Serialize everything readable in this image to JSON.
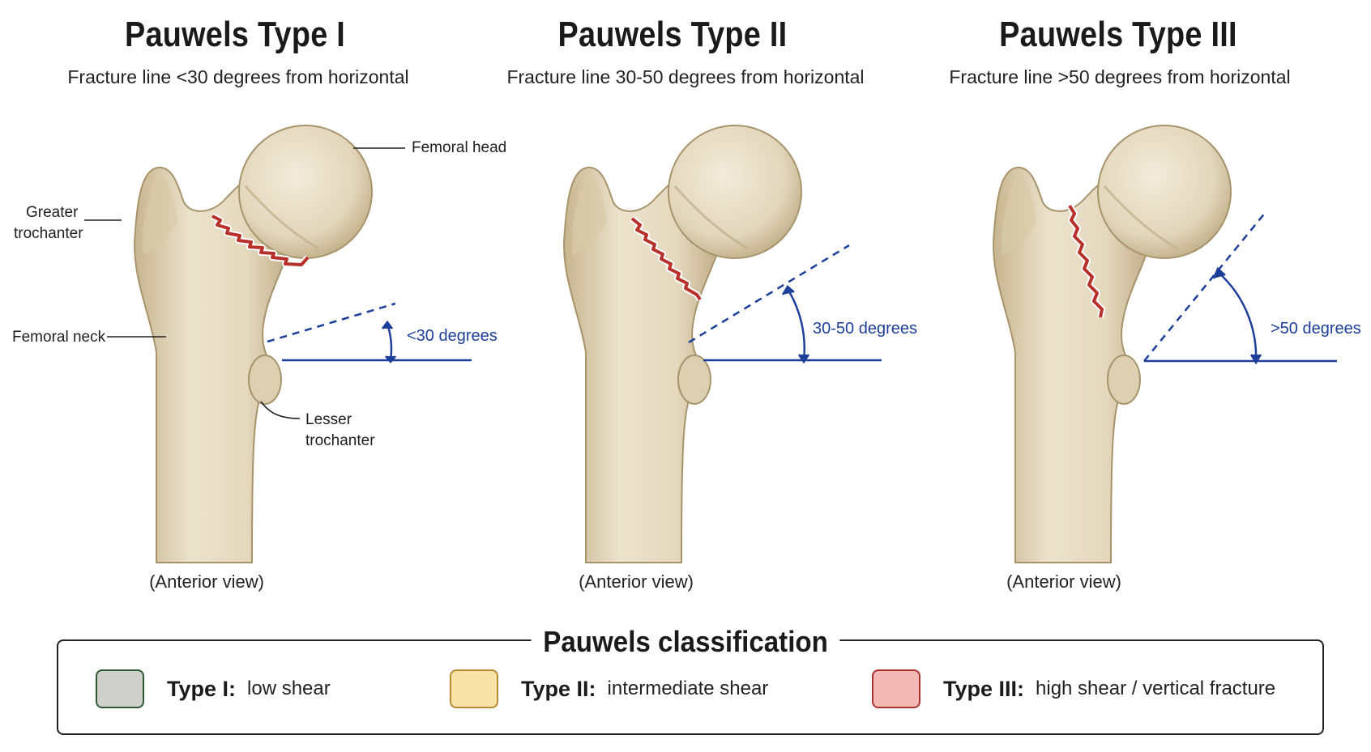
{
  "panels": [
    {
      "title": "Pauwels Type I",
      "subtitle": "Fracture line <30 degrees from horizontal",
      "angle_label": "<30 degrees",
      "view": "(Anterior view)"
    },
    {
      "title": "Pauwels Type II",
      "subtitle": "Fracture line 30-50 degrees from horizontal",
      "angle_label": "30-50 degrees",
      "view": "(Anterior view)"
    },
    {
      "title": "Pauwels Type III",
      "subtitle": "Fracture line >50 degrees from horizontal",
      "angle_label": ">50 degrees",
      "view": "(Anterior view)"
    }
  ],
  "anatomy": {
    "femoral_head": "Femoral head",
    "greater_trochanter_1": "Greater",
    "greater_trochanter_2": "trochanter",
    "femoral_neck": "Femoral neck",
    "lesser_trochanter_1": "Lesser",
    "lesser_trochanter_2": "trochanter"
  },
  "legend": {
    "title": "Pauwels classification",
    "items": [
      {
        "type": "Type I:",
        "desc": "low shear",
        "fill": "#cfcfcc",
        "border": "#2d5a35"
      },
      {
        "type": "Type II:",
        "desc": "intermediate shear",
        "fill": "#f8e3a6",
        "border": "#b88a3a"
      },
      {
        "type": "Type III:",
        "desc": "high shear / vertical fracture",
        "fill": "#f4b9b5",
        "border": "#a8332e"
      }
    ]
  },
  "colors": {
    "bone": "#e6dcc4",
    "bone_shade": "#c9b996",
    "fracture": "#b8302a",
    "angle_line": "#1d3f9a"
  }
}
